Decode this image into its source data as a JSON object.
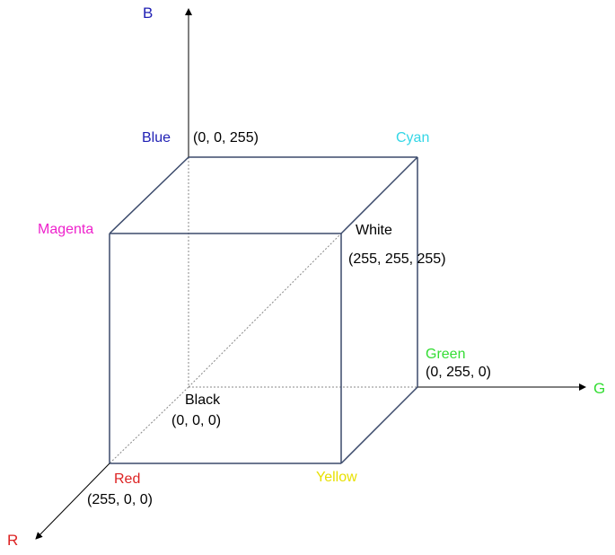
{
  "axes": {
    "blue": {
      "label": "B"
    },
    "green": {
      "label": "G"
    },
    "red": {
      "label": "R"
    }
  },
  "vertices": {
    "blue": {
      "name": "Blue",
      "rgb": "(0, 0, 255)"
    },
    "cyan": {
      "name": "Cyan"
    },
    "magenta": {
      "name": "Magenta"
    },
    "white": {
      "name": "White",
      "rgb": "(255, 255, 255)"
    },
    "green": {
      "name": "Green",
      "rgb": "(0, 255, 0)"
    },
    "black": {
      "name": "Black",
      "rgb": "(0, 0, 0)"
    },
    "red": {
      "name": "Red",
      "rgb": "(255, 0, 0)"
    },
    "yellow": {
      "name": "Yellow"
    }
  },
  "colors": {
    "blue": "#1f1fb4",
    "green": "#33dd33",
    "red": "#dd2222",
    "cyan": "#33d6e6",
    "magenta": "#ee22cc",
    "yellow": "#e8e000",
    "black": "#000000",
    "edge": "#3b4a6b"
  }
}
